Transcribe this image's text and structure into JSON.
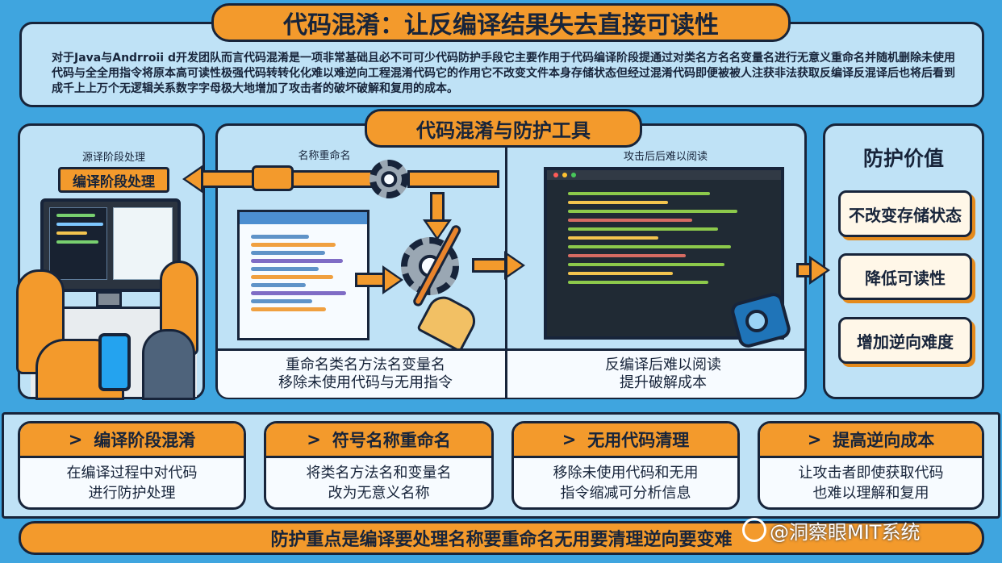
{
  "main_title": "代码混淆：让反编译结果失去直接可读性",
  "intro": "对于Java与Andrroii d开发团队而言代码混淆是一项非常基础且必不可可少代码防护手段它主要作用于代码编译阶段提通过对类名方名名变量名进行无意义重命名并随机删除未使用代码与全全用指令将原本高可读性极强代码转转化化难以难逆向工程混淆代码它的作用它不改变文件本身存储状态但经过混淆代码即便被被人注获非法获取反编译反混译后也将后看到成千上上万个无逻辑关系数字字母极大地增加了攻击者的破坏破解和复用的成本。",
  "center_title": "代码混淆与防护工具",
  "left_panel": {
    "caption": "源译阶段处理",
    "badge": "编译阶段处理"
  },
  "flow": {
    "rename_label": "名称重命名",
    "rename_desc_1": "重命名类名方法名变量名",
    "rename_desc_2": "移除未使用代码与无用指令",
    "attack_label": "攻击后后难以阅读",
    "attack_desc_1": "反编译后难以阅读",
    "attack_desc_2": "提升破解成本"
  },
  "value_panel": {
    "title": "防护价值",
    "items": [
      "不改变存储状态",
      "降低可读性",
      "增加逆向难度"
    ]
  },
  "features": [
    {
      "title": "编译阶段混淆",
      "desc_1": "在编译过程中对代码",
      "desc_2": "进行防护处理"
    },
    {
      "title": "符号名称重命名",
      "desc_1": "将类名方法名和变量名",
      "desc_2": "改为无意义名称"
    },
    {
      "title": "无用代码清理",
      "desc_1": "移除未使用代码和无用",
      "desc_2": "指令缩减可分析信息"
    },
    {
      "title": "提高逆向成本",
      "desc_1": "让攻击者即使获取代码",
      "desc_2": "也难以理解和复用"
    }
  ],
  "feature_marker": ">",
  "footer": "防护重点是编译要处理名称要重命名无用要清理逆向要变难",
  "watermark": "@洞察眼MIT系统",
  "icons": {
    "gear": "gear-icon",
    "broom": "broom-icon",
    "monitor": "monitor-icon",
    "phone": "phone-icon",
    "camera": "camera-icon"
  },
  "colors": {
    "background": "#3fa5df",
    "accent": "#f39a2c",
    "outline": "#17243a",
    "panel": "#bfe2f6"
  }
}
